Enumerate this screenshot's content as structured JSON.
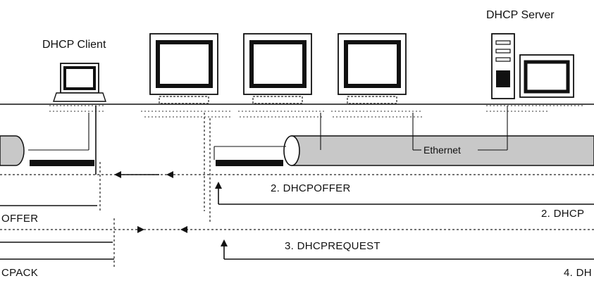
{
  "labels": {
    "client": "DHCP Client",
    "server": "DHCP Server",
    "network": "Ethernet"
  },
  "messages": {
    "offer": "2. DHCPOFFER",
    "offer_left": "OFFER",
    "offer_right": "2. DHCP",
    "request": "3. DHCPREQUEST",
    "ack_left": "CPACK",
    "ack_right": "4. DH"
  }
}
